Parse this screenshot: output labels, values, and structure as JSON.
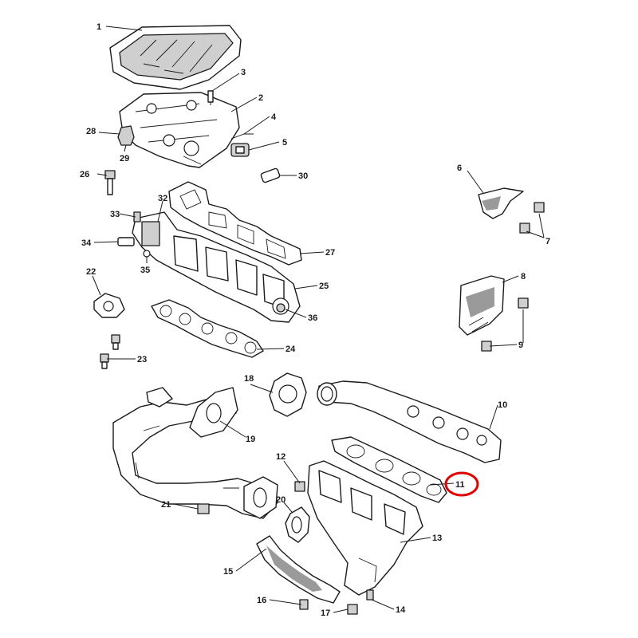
{
  "callouts": [
    {
      "id": "1",
      "label": "1"
    },
    {
      "id": "2",
      "label": "2"
    },
    {
      "id": "3",
      "label": "3"
    },
    {
      "id": "4",
      "label": "4"
    },
    {
      "id": "5",
      "label": "5"
    },
    {
      "id": "6",
      "label": "6"
    },
    {
      "id": "7",
      "label": "7"
    },
    {
      "id": "8",
      "label": "8"
    },
    {
      "id": "9",
      "label": "9"
    },
    {
      "id": "10",
      "label": "10"
    },
    {
      "id": "11",
      "label": "11"
    },
    {
      "id": "12",
      "label": "12"
    },
    {
      "id": "13",
      "label": "13"
    },
    {
      "id": "14",
      "label": "14"
    },
    {
      "id": "15",
      "label": "15"
    },
    {
      "id": "16",
      "label": "16"
    },
    {
      "id": "17",
      "label": "17"
    },
    {
      "id": "18",
      "label": "18"
    },
    {
      "id": "19",
      "label": "19"
    },
    {
      "id": "20",
      "label": "20"
    },
    {
      "id": "21",
      "label": "21"
    },
    {
      "id": "22",
      "label": "22"
    },
    {
      "id": "23",
      "label": "23"
    },
    {
      "id": "24",
      "label": "24"
    },
    {
      "id": "25",
      "label": "25"
    },
    {
      "id": "26",
      "label": "26"
    },
    {
      "id": "27",
      "label": "27"
    },
    {
      "id": "28",
      "label": "28"
    },
    {
      "id": "29",
      "label": "29"
    },
    {
      "id": "30",
      "label": "30"
    },
    {
      "id": "32",
      "label": "32"
    },
    {
      "id": "33",
      "label": "33"
    },
    {
      "id": "34",
      "label": "34"
    },
    {
      "id": "35",
      "label": "35"
    },
    {
      "id": "36",
      "label": "36"
    }
  ],
  "highlighted_callout": "11",
  "colors": {
    "line": "#1a1a1a",
    "highlight": "#e00000",
    "background": "#ffffff"
  }
}
